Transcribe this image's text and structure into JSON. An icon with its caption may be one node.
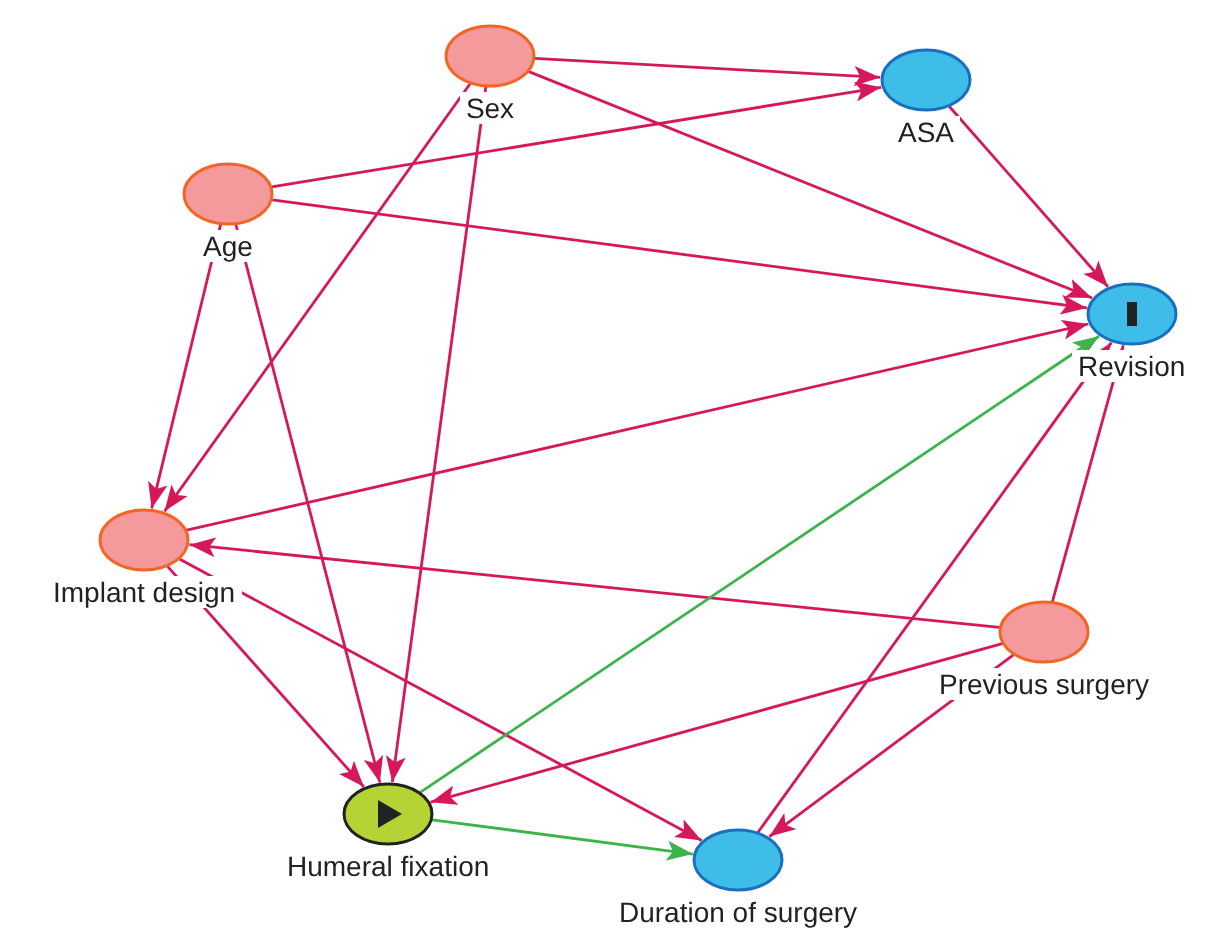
{
  "diagram": {
    "nodes": [
      {
        "text": [
          "Sex"
        ]
      },
      {
        "text": [
          "ASA"
        ]
      },
      {
        "text": [
          "Age"
        ]
      },
      {
        "text": [
          "Revision"
        ]
      },
      {
        "text": [
          "Implant design"
        ]
      },
      {
        "text": [
          "Previous surgery"
        ]
      },
      {
        "text": [
          "Humeral fixation"
        ]
      },
      {
        "text": [
          "Duration of surgery"
        ]
      }
    ],
    "edges": [
      {
        "from": 0,
        "to": 1,
        "arrow": "to"
      },
      {
        "from": 0,
        "to": 3,
        "arrow": "to"
      },
      {
        "from": 0,
        "to": 4,
        "arrow": "to"
      },
      {
        "from": 0,
        "to": 6,
        "arrow": "to"
      },
      {
        "from": 2,
        "to": 1,
        "arrow": "to"
      },
      {
        "from": 2,
        "to": 3,
        "arrow": "to"
      },
      {
        "from": 2,
        "to": 4,
        "arrow": "to"
      },
      {
        "from": 2,
        "to": 6,
        "arrow": "to"
      },
      {
        "from": 1,
        "to": 3,
        "arrow": "to"
      },
      {
        "from": 4,
        "to": 3,
        "arrow": "to"
      },
      {
        "from": 4,
        "to": 6,
        "arrow": "to"
      },
      {
        "from": 4,
        "to": 7,
        "arrow": "to"
      },
      {
        "from": 5,
        "to": 4,
        "arrow": "to"
      },
      {
        "from": 5,
        "to": 3,
        "arrow": "to"
      },
      {
        "from": 5,
        "to": 6,
        "arrow": "to"
      },
      {
        "from": 5,
        "to": 7,
        "arrow": "to"
      },
      {
        "from": 6,
        "to": 3,
        "arrow": "to",
        "color": "#3cb44b"
      },
      {
        "from": 6,
        "to": 7,
        "arrow": "to",
        "color": "#3cb44b"
      },
      {
        "from": 7,
        "to": 3,
        "arrow": "to"
      }
    ]
  }
}
